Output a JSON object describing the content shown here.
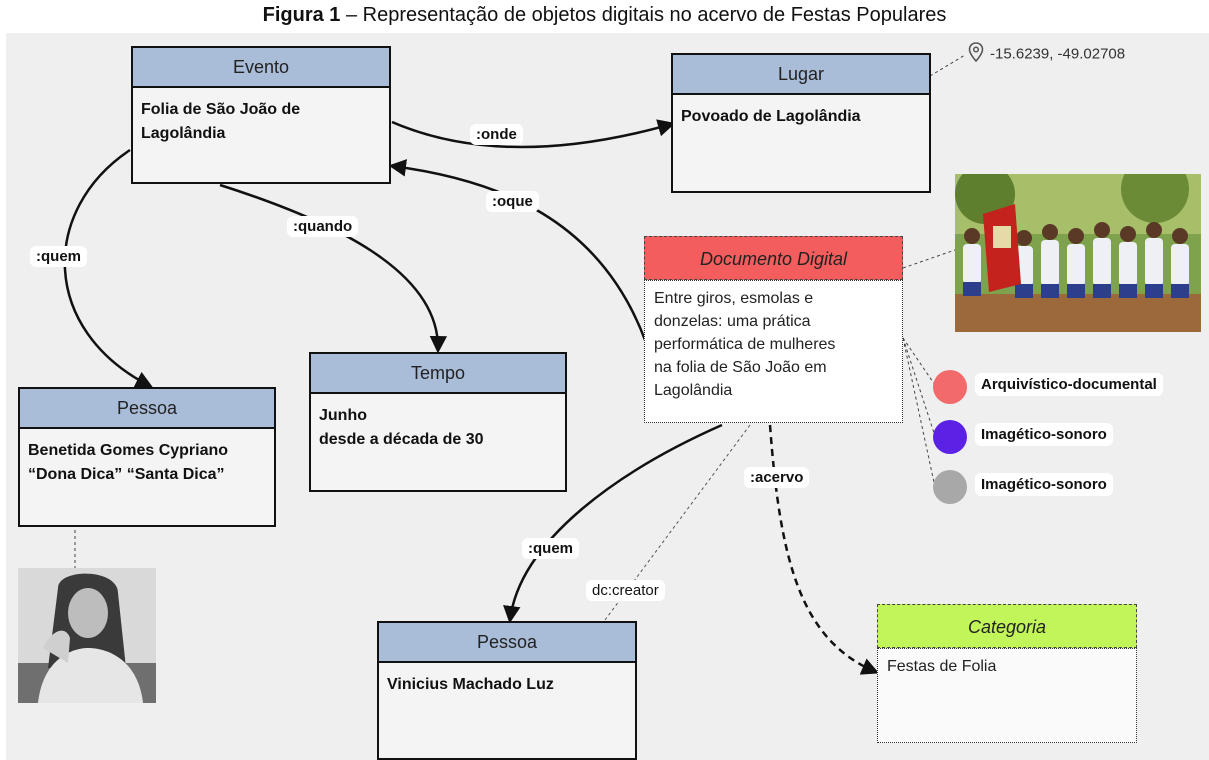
{
  "figure": {
    "title_bold": "Figura 1",
    "title_rest": " – Representação de objetos digitais no acervo de Festas Populares"
  },
  "nodes": {
    "evento": {
      "head": "Evento",
      "body": "Folia de São João de\nLagolândia"
    },
    "lugar": {
      "head": "Lugar",
      "body": "Povoado de Lagolândia"
    },
    "pessoa1": {
      "head": "Pessoa",
      "body": "Benetida Gomes Cypriano\n“Dona Dica” “Santa Dica”"
    },
    "tempo": {
      "head": "Tempo",
      "body": "Junho\ndesde a década de 30"
    },
    "documento": {
      "head": "Documento Digital",
      "body": "Entre giros, esmolas e\ndonzelas: uma prática\nperformática de mulheres\nna folia de São João em\nLagolândia"
    },
    "pessoa2": {
      "head": "Pessoa",
      "body": "Vinicius Machado Luz"
    },
    "categoria": {
      "head": "Categoria",
      "body": "Festas de Folia"
    }
  },
  "edges": {
    "onde": ":onde",
    "oque": ":oque",
    "quando": ":quando",
    "quem1": ":quem",
    "quem2": ":quem",
    "acervo": ":acervo",
    "creator": "dc:creator"
  },
  "location": {
    "icon": "map-pin-icon",
    "coordinates": "-15.6239, -49.02708"
  },
  "legend": [
    {
      "label": "Arquivístico-documental",
      "color": "#f26a6a"
    },
    {
      "label": "Imagético-sonoro",
      "color": "#5b22e6"
    },
    {
      "label": "Imagético-sonoro",
      "color": "#a8a8a8"
    }
  ],
  "colors": {
    "node_head": "#a9bcd8",
    "documento_head": "#f35d5d",
    "categoria_head": "#c2f55a",
    "background": "#efefef"
  }
}
